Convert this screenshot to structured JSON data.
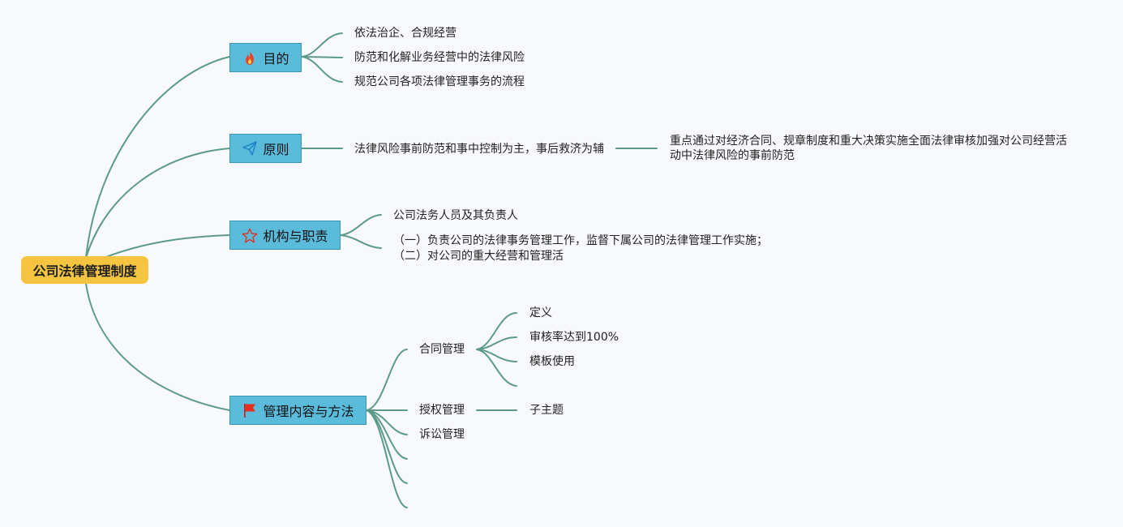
{
  "root": {
    "label": "公司法律管理制度"
  },
  "topics": [
    {
      "label": "目的",
      "icon": "fire-icon",
      "children": [
        "依法治企、合规经营",
        "防范和化解业务经营中的法律风险",
        "规范公司各项法律管理事务的流程"
      ]
    },
    {
      "label": "原则",
      "icon": "paper-plane-icon",
      "children": [
        "法律风险事前防范和事中控制为主，事后救济为辅"
      ],
      "sub": "重点通过对经济合同、规章制度和重大决策实施全面法律审核加强对公司经营活动中法律风险的事前防范"
    },
    {
      "label": "机构与职责",
      "icon": "star-icon",
      "children": [
        "公司法务人员及其负责人",
        "（一）负责公司的法律事务管理工作，监督下属公司的法律管理工作实施；\n（二）对公司的重大经营和管理活"
      ]
    },
    {
      "label": "管理内容与方法",
      "icon": "flag-icon",
      "children": [
        {
          "label": "合同管理",
          "children": [
            "定义",
            "审核率达到100%",
            "模板使用",
            ""
          ]
        },
        {
          "label": "授权管理",
          "children": [
            "子主题"
          ]
        },
        {
          "label": "诉讼管理",
          "children": []
        }
      ]
    }
  ],
  "colors": {
    "connector": "#5c9a8a",
    "topic_fill": "#5bbbdb",
    "root_fill": "#f5c542"
  }
}
